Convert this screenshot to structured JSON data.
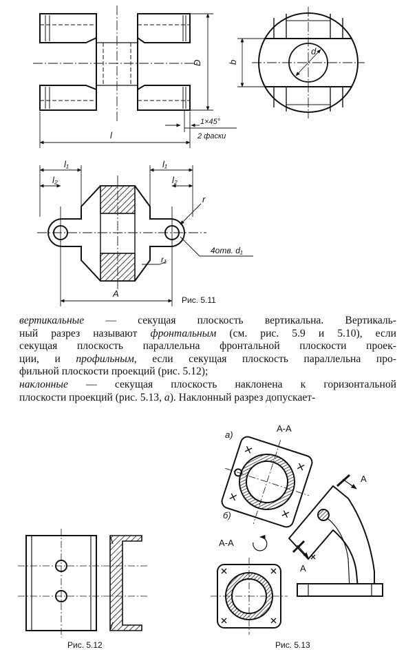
{
  "fig511": {
    "caption": "Рис. 5.11",
    "dims": {
      "D": "D",
      "b": "b",
      "d": "d",
      "l": "l",
      "chamfer": "1×45°",
      "chamfer_note": "2 фаски",
      "l1_left": "l₁",
      "l2_left": "l₂",
      "l1_right": "l₁",
      "l2_right": "l₂",
      "r": "r",
      "holes": "4отв. d₁",
      "r1": "r₁",
      "A": "A"
    }
  },
  "paragraph": {
    "lines": [
      [
        {
          "t": "вертикальные",
          "i": true
        },
        {
          "t": " — секущая плоскость вертикальна. Вертикаль-"
        }
      ],
      [
        {
          "t": "ный разрез называют "
        },
        {
          "t": "фронтальным",
          "i": true
        },
        {
          "t": " (см. рис. 5.9 и 5.10), если"
        }
      ],
      [
        {
          "t": "секущая плоскость параллельна фронтальной плоскости проек-"
        }
      ],
      [
        {
          "t": "ции, и "
        },
        {
          "t": "профильным,",
          "i": true
        },
        {
          "t": " если секущая плоскость параллельна про-"
        }
      ],
      [
        {
          "t": "фильной плоскости проекций (рис. 5.12);",
          "last": true
        }
      ],
      [
        {
          "t": "наклонные",
          "i": true
        },
        {
          "t": " — секущая плоскость наклонена к горизонтальной"
        }
      ],
      [
        {
          "t": "плоскости проекций (рис. 5.13, "
        },
        {
          "t": "а",
          "i": true
        },
        {
          "t": "). Наклонный разрез допускает-",
          "last": true
        }
      ]
    ]
  },
  "fig512": {
    "caption": "Рис. 5.12"
  },
  "fig513": {
    "caption": "Рис. 5.13",
    "label_a": "а)",
    "label_b": "б)",
    "section_a": "А-А",
    "section_b": "А-А",
    "arrow_top": "А",
    "arrow_bottom": "А"
  }
}
